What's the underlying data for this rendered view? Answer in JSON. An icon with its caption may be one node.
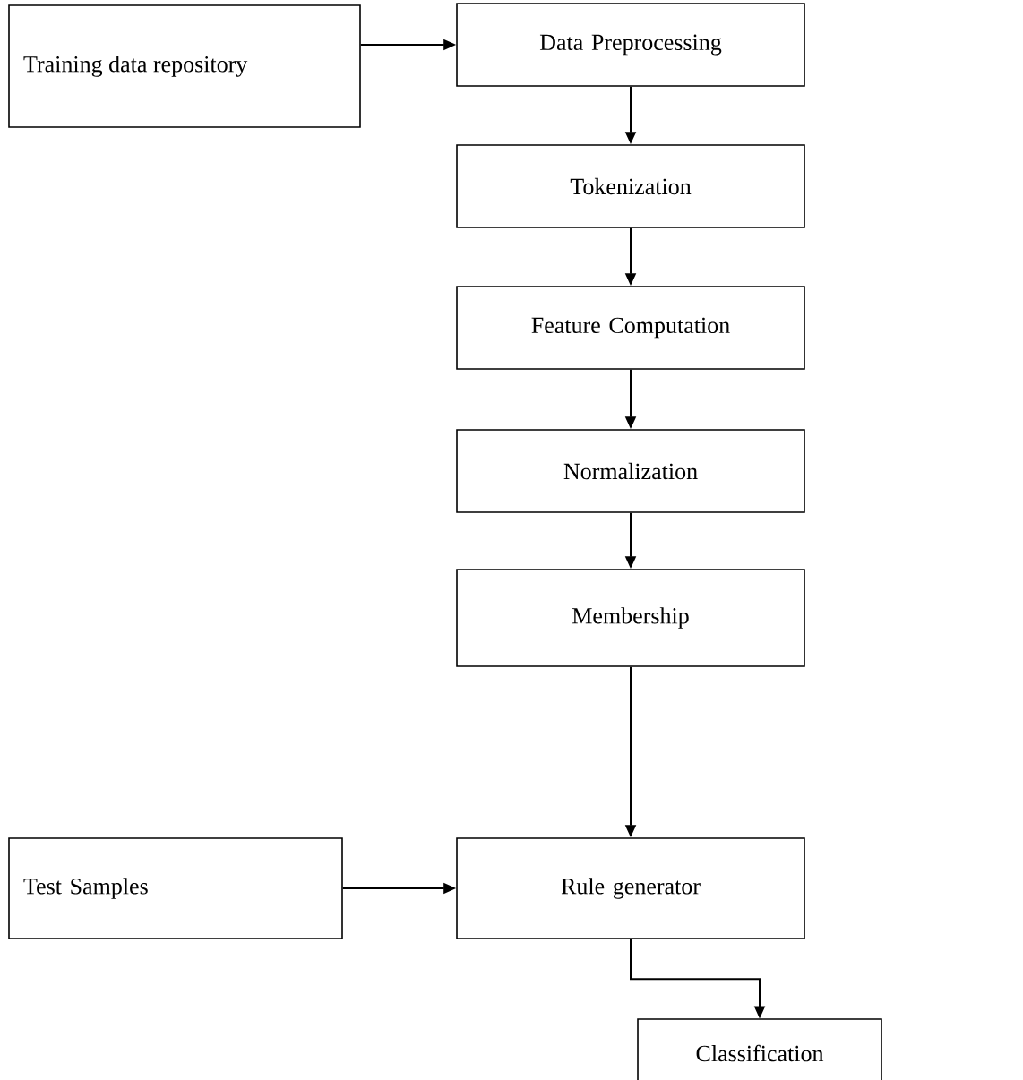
{
  "diagram": {
    "nodes": [
      {
        "text": [
          "Training data repository"
        ]
      },
      {
        "text": [
          "Data Preprocessing"
        ]
      },
      {
        "text": [
          "Tokenization"
        ]
      },
      {
        "text": [
          "Feature Computation"
        ]
      },
      {
        "text": [
          "Normalization"
        ]
      },
      {
        "text": [
          "Membership"
        ]
      },
      {
        "text": [
          "Test Samples"
        ]
      },
      {
        "text": [
          "Rule generator"
        ]
      },
      {
        "text": [
          "Classification"
        ]
      }
    ],
    "edges": [
      {
        "from": 0,
        "to": 1,
        "arrow": "to"
      },
      {
        "from": 1,
        "to": 2,
        "arrow": "to"
      },
      {
        "from": 2,
        "to": 3,
        "arrow": "to"
      },
      {
        "from": 3,
        "to": 4,
        "arrow": "to"
      },
      {
        "from": 4,
        "to": 5,
        "arrow": "to"
      },
      {
        "from": 5,
        "to": 7,
        "arrow": "to"
      },
      {
        "from": 6,
        "to": 7,
        "arrow": "to"
      },
      {
        "from": 7,
        "to": 8,
        "arrow": "to"
      }
    ]
  }
}
